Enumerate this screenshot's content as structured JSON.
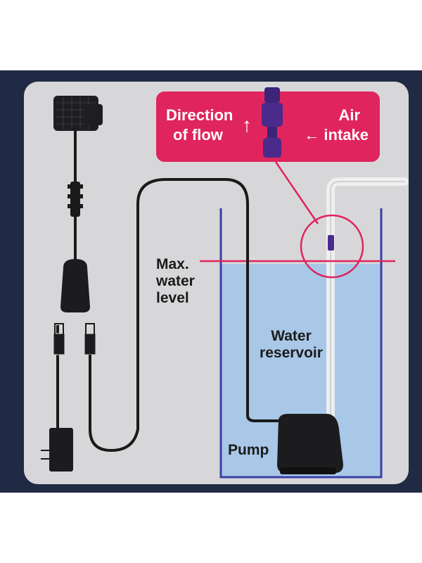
{
  "callout": {
    "direction_line1": "Direction",
    "direction_line2": "of flow",
    "air_line1": "Air",
    "air_line2": "intake",
    "up_arrow": "↑",
    "left_arrow": "←"
  },
  "labels": {
    "max_line1": "Max.",
    "max_line2": "water",
    "max_line3": "level",
    "reservoir_line1": "Water",
    "reservoir_line2": "reservoir",
    "pump": "Pump"
  },
  "colors": {
    "frame": "#202a44",
    "panel": "#d7d7d9",
    "callout": "#e0245e",
    "water": "#a9c8e8",
    "tank_outline": "#3b3fa8",
    "max_line": "#e0245e",
    "cable": "#1a1a1a",
    "valve": "#4a2a8a"
  }
}
